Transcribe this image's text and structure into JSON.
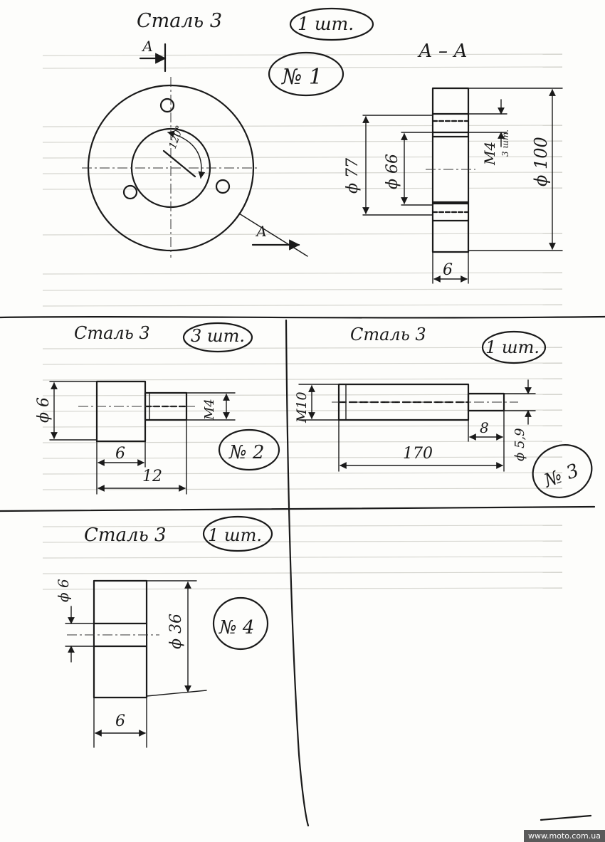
{
  "part1": {
    "material": "Сталь 3",
    "qty": "1 шт.",
    "number": "№ 1",
    "section_letter": "А",
    "section_title": "А – А",
    "angle": "120°",
    "dims": {
      "d77": "ϕ 77",
      "d66": "ϕ 66",
      "thread": "М4",
      "thread_count": "3 шт.",
      "d100": "ϕ 100",
      "width": "6"
    }
  },
  "part2": {
    "material": "Сталь 3",
    "qty": "3 шт.",
    "number": "№ 2",
    "dims": {
      "d6": "ϕ 6",
      "thread": "М4",
      "l6": "6",
      "l12": "12"
    }
  },
  "part3": {
    "material": "Сталь 3",
    "qty": "1 шт.",
    "number": "№ 3",
    "dims": {
      "thread": "М10",
      "l8": "8",
      "l170": "170",
      "d59": "ϕ 5,9"
    }
  },
  "part4": {
    "material": "Сталь 3",
    "qty": "1 шт.",
    "number": "№ 4",
    "dims": {
      "d6": "ϕ 6",
      "d36": "ϕ 36",
      "width": "6"
    }
  },
  "watermark": "www.moto.com.ua"
}
